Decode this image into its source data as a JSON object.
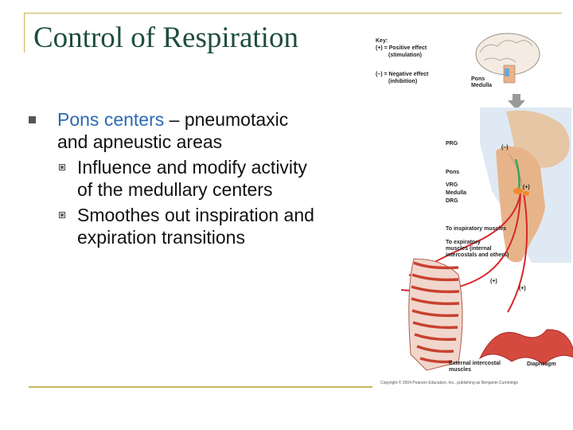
{
  "slide": {
    "title": "Control of Respiration",
    "bullet": {
      "highlight": "Pons centers",
      "rest_line1": " – pneumotaxic",
      "line2": "and apneustic areas"
    },
    "subbullets": [
      {
        "line1": "Influence and modify activity",
        "line2": "of the medullary centers"
      },
      {
        "line1": "Smoothes out inspiration and",
        "line2": "expiration transitions"
      }
    ]
  },
  "figure": {
    "key_title": "Key:",
    "key_positive": "(+) = Positive effect",
    "key_positive_sub": "(stimulation)",
    "key_negative": "(–) = Negative effect",
    "key_negative_sub": "(inhibition)",
    "pons_label": "Pons",
    "medulla_label": "Medulla",
    "prg": "PRG",
    "pons": "Pons",
    "vrg": "VRG",
    "medulla": "Medulla",
    "drg": "DRG",
    "neg_sign": "(–)",
    "pos_sign": "(+)",
    "to_insp": "To inspiratory muscles",
    "to_exp_1": "To expiratory",
    "to_exp_2": "muscles (internal",
    "to_exp_3": "intercostals and others)",
    "plus_1": "(+)",
    "plus_2": "(+)",
    "ext_1": "External intercostal",
    "ext_2": "muscles",
    "diaphragm": "Diaphragm",
    "copyright": "Copyright © 2004 Pearson Education, Inc., publishing as Benjamin Cummings"
  },
  "colors": {
    "title": "#1e4e3a",
    "highlight": "#2d6ab3",
    "frame": "#c9b458",
    "nerve_red": "#d8262c",
    "nerve_green": "#3aa35a"
  }
}
